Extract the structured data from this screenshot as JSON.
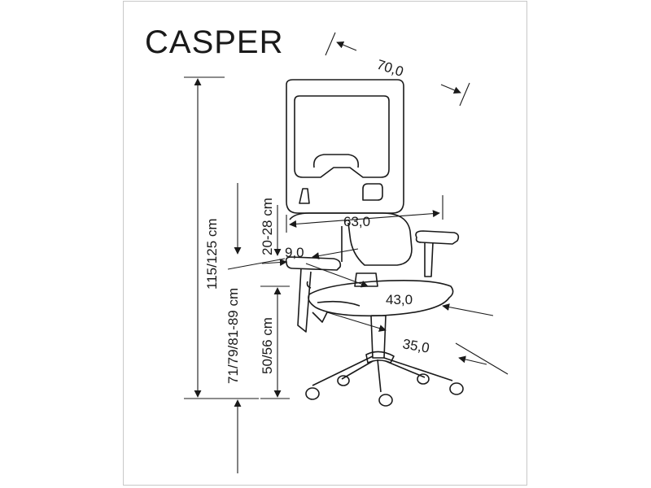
{
  "title": "CASPER",
  "dimensions": {
    "depth": "70,0",
    "width": "63,0",
    "backrest_adjust": "20-28 cm",
    "armrest": "9,0",
    "seat_depth": "43,0",
    "seat_width": "35,0",
    "total_height": "115/125 cm",
    "armrest_height": "71/79/81-89 cm",
    "seat_height": "50/56 cm"
  },
  "colors": {
    "line": "#1a1a1a",
    "frame": "#c8c8c8",
    "background": "#ffffff"
  }
}
